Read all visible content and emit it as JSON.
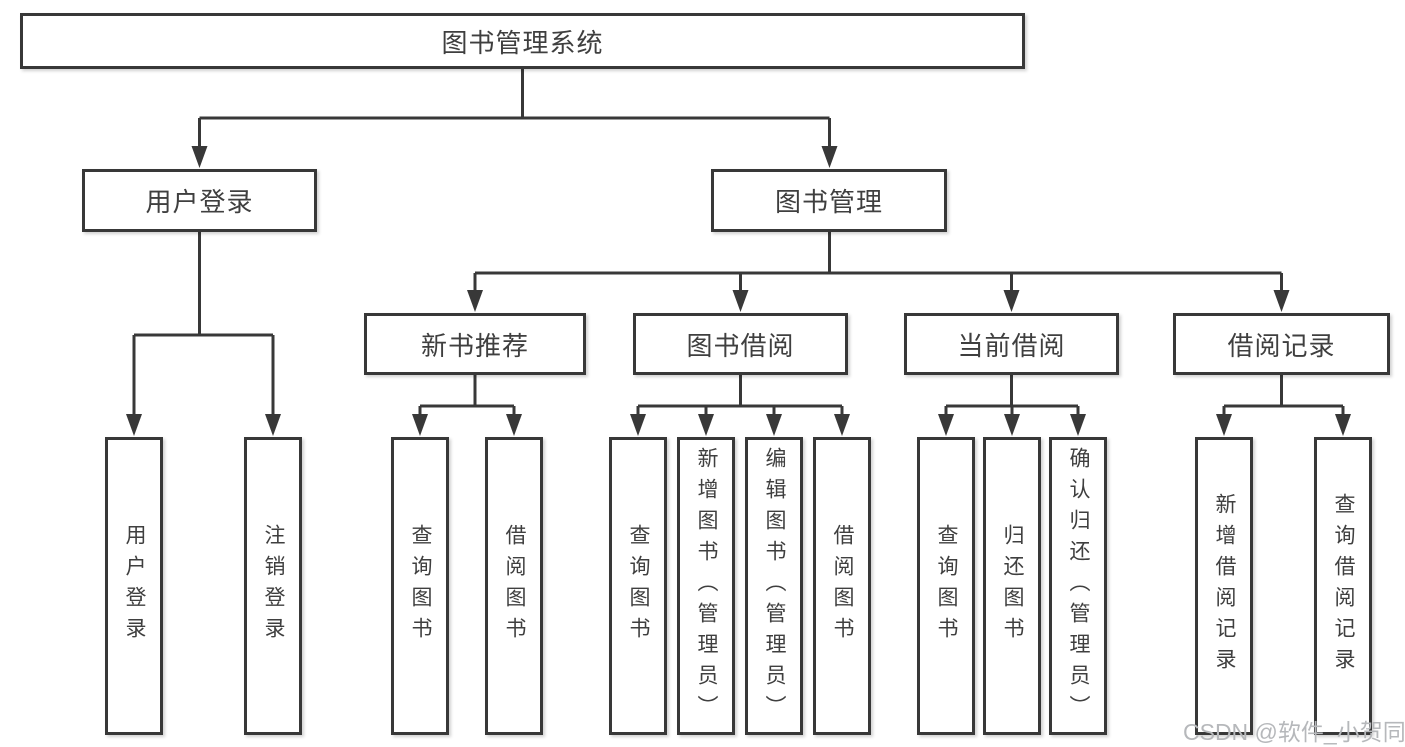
{
  "diagram": {
    "title": "图书管理系统",
    "background": "#ffffff"
  },
  "colors": {
    "line": "#383838",
    "box_border": "#383838",
    "text": "#3f3f3f",
    "watermark": "#b6b8bb"
  },
  "nodes": {
    "root": {
      "label": "图书管理系统"
    },
    "user_login": {
      "label": "用户登录"
    },
    "book_management": {
      "label": "图书管理"
    },
    "new_book_recommend": {
      "label": "新书推荐"
    },
    "book_borrowing": {
      "label": "图书借阅"
    },
    "current_borrowing": {
      "label": "当前借阅"
    },
    "borrowing_records": {
      "label": "借阅记录"
    },
    "leaf_user_login": {
      "label": "用户登录"
    },
    "leaf_logout": {
      "label": "注销登录"
    },
    "leaf_nb_query": {
      "label": "查询图书"
    },
    "leaf_nb_borrow": {
      "label": "借阅图书"
    },
    "leaf_bb_query": {
      "label": "查询图书"
    },
    "leaf_bb_add": {
      "label": "新增图书（管理员）"
    },
    "leaf_bb_edit": {
      "label": "编辑图书（管理员）"
    },
    "leaf_bb_borrow": {
      "label": "借阅图书"
    },
    "leaf_cb_query": {
      "label": "查询图书"
    },
    "leaf_cb_return": {
      "label": "归还图书"
    },
    "leaf_cb_confirm": {
      "label": "确认归还（管理员）"
    },
    "leaf_br_add": {
      "label": "新增借阅记录"
    },
    "leaf_br_query": {
      "label": "查询借阅记录"
    }
  },
  "hierarchy": {
    "图书管理系统": [
      "用户登录",
      "图书管理"
    ],
    "用户登录": [
      "用户登录",
      "注销登录"
    ],
    "图书管理": [
      "新书推荐",
      "图书借阅",
      "当前借阅",
      "借阅记录"
    ],
    "新书推荐": [
      "查询图书",
      "借阅图书"
    ],
    "图书借阅": [
      "查询图书",
      "新增图书（管理员）",
      "编辑图书（管理员）",
      "借阅图书"
    ],
    "当前借阅": [
      "查询图书",
      "归还图书",
      "确认归还（管理员）"
    ],
    "借阅记录": [
      "新增借阅记录",
      "查询借阅记录"
    ]
  },
  "watermark": {
    "text": "CSDN @软件_小贺同学"
  }
}
